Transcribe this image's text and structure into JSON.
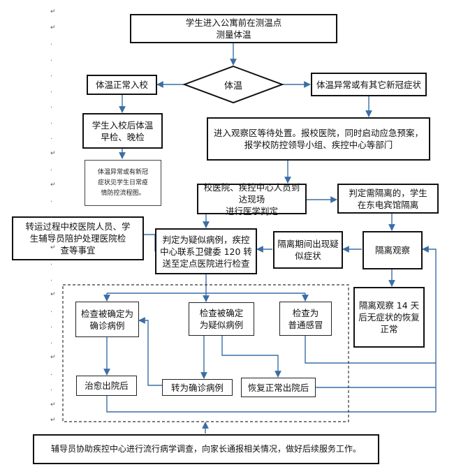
{
  "nodes": {
    "start": "学生进入公寓前在测温点\n测量体温",
    "decision": "体温",
    "normal_entry": "体温正常入校",
    "abnormal": "体温异常或有其它新冠症状",
    "daily_check": "学生入校后体温\n早检、晚检",
    "daily_note": "体温异常或有新冠\n症状见学生日常疫\n情防控流程图。",
    "observe_area": "进入观察区等待处置。报校医院，同时启动应急预案，\n报学校防控领导小组、疾控中心等部门",
    "arrive_judge": "校医院、疾控中心人员到达现场\n进行医学判定",
    "need_isolate": "判定需隔离的，学生\n在东电宾馆隔离",
    "transfer_note": "转运过程中校医院人员、学\n生辅导员陪护处理医院检\n查等事宜",
    "suspected": "判定为疑似病例，疾控\n中心联系卫健委 120 转\n送至定点医院进行检查",
    "symptom_during": "隔离期间出现疑\n似症状",
    "isolation_obs": "隔离观察",
    "recover14": "隔离观察 14 天\n后无症状的恢复\n正常",
    "confirmed": "检查被确定为\n确诊病例",
    "suspect_case": "检查被确定\n为疑似病例",
    "common_cold": "检查为\n普通感冒",
    "cured": "治愈出院后",
    "to_confirmed": "转为确诊病例",
    "recover_discharge": "恢复正常出院后",
    "counselor": "辅导员协助疾控中心进行流行病学调查，向家长通报相关情况，做好后续服务工作。"
  },
  "margin_marks": [
    "↵",
    "↵",
    ".",
    ".",
    ".",
    ".",
    ".",
    ".",
    ".",
    "↵",
    ".",
    "↵",
    ".",
    ".",
    ".",
    "↵",
    ".",
    ".",
    "↵",
    ".",
    ".",
    ".",
    "↵",
    ".",
    ".",
    "↵",
    "↵"
  ],
  "colors": {
    "connector": "#3a6ea5",
    "border": "#111111",
    "dashed": "#333333"
  }
}
